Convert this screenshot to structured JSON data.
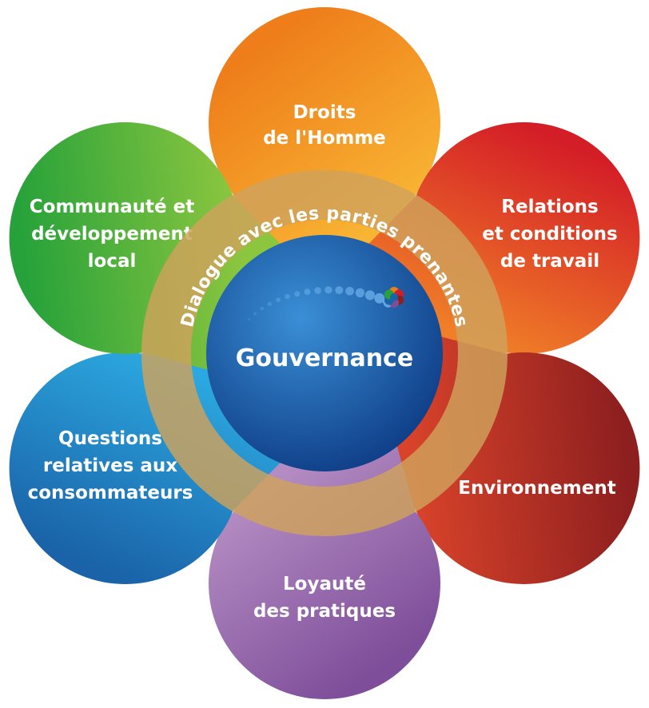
{
  "center": {
    "title": "Gouvernance",
    "ring_label": "Dialogue avec les parties prenantes"
  },
  "petals": [
    {
      "id": "droits-homme",
      "lines": [
        "Droits",
        "de l'Homme"
      ],
      "color_light": "#F8B433",
      "color_dark": "#EE7D1A"
    },
    {
      "id": "relations-travail",
      "lines": [
        "Relations",
        "et conditions",
        "de travail"
      ],
      "color_light": "#F07F27",
      "color_dark": "#D41E27"
    },
    {
      "id": "environnement",
      "lines": [
        "Environnement"
      ],
      "color_light": "#D9432A",
      "color_dark": "#8E1F1F"
    },
    {
      "id": "loyaute-pratiques",
      "lines": [
        "Loyauté",
        "des pratiques"
      ],
      "color_light": "#B48CC2",
      "color_dark": "#7E4E9A"
    },
    {
      "id": "questions-consommateurs",
      "lines": [
        "Questions",
        "relatives aux",
        "consommateurs"
      ],
      "color_light": "#2CA8E0",
      "color_dark": "#1A63A8"
    },
    {
      "id": "communaute-developpement",
      "lines": [
        "Communauté et",
        "développement",
        "local"
      ],
      "color_light": "#8CC63F",
      "color_dark": "#27A23A"
    }
  ],
  "colors": {
    "ring": "#CFA25B",
    "center_light": "#3A8FD6",
    "center_dark": "#0E3D86"
  }
}
